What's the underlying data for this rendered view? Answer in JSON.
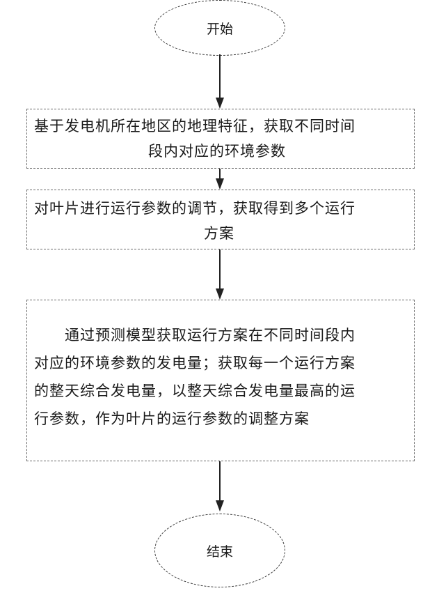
{
  "flowchart": {
    "start": {
      "label": "开始"
    },
    "steps": [
      {
        "lines": [
          "基于发电机所在地区的地理特征，获取不同时间",
          "段内对应的环境参数"
        ]
      },
      {
        "lines": [
          "对叶片进行运行参数的调节，获取得到多个运行",
          "方案"
        ]
      },
      {
        "lines": [
          "通过预测模型获取运行方案在不同时间段内",
          "对应的环境参数的发电量；获取每一个运行方案",
          "的整天综合发电量，以整天综合发电量最高的运",
          "行参数，作为叶片的运行参数的调整方案"
        ]
      }
    ],
    "end": {
      "label": "结束"
    }
  }
}
